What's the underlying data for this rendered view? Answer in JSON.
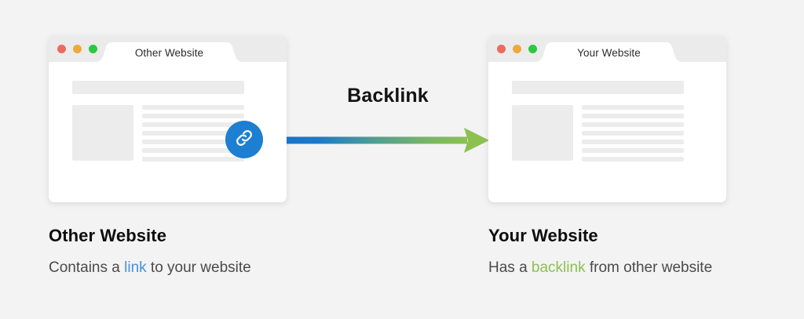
{
  "background_color": "#f3f3f4",
  "arrow": {
    "label": "Backlink",
    "gradient_from": "#1a73c8",
    "gradient_to": "#8cc152",
    "direction": "left-to-right",
    "name": "backlink-arrow"
  },
  "browsers": [
    {
      "id": "other-website",
      "tab_title": "Other Website",
      "window_dots": [
        "red",
        "yellow",
        "green"
      ],
      "dot_colors": {
        "red": "#ec6a5e",
        "yellow": "#eda93b",
        "green": "#2bc840"
      },
      "skeleton": {
        "banner": true,
        "thumbnail": true,
        "text_lines": 7
      },
      "badge": {
        "visible": true,
        "icon": "link-icon",
        "color": "#1d7fd1"
      }
    },
    {
      "id": "your-website",
      "tab_title": "Your Website",
      "window_dots": [
        "red",
        "yellow",
        "green"
      ],
      "dot_colors": {
        "red": "#ec6a5e",
        "yellow": "#eda93b",
        "green": "#2bc840"
      },
      "skeleton": {
        "banner": true,
        "thumbnail": true,
        "text_lines": 7
      },
      "badge": {
        "visible": false,
        "icon": "",
        "color": ""
      }
    }
  ],
  "captions": {
    "left": {
      "title": "Other Website",
      "sub_before": "Contains a ",
      "sub_highlight": "link",
      "sub_after": " to your website",
      "highlight_color": "#4a90d9"
    },
    "right": {
      "title": "Your Website",
      "sub_before": "Has a ",
      "sub_highlight": "backlink",
      "sub_after": " from other website",
      "highlight_color": "#8cc152"
    }
  }
}
